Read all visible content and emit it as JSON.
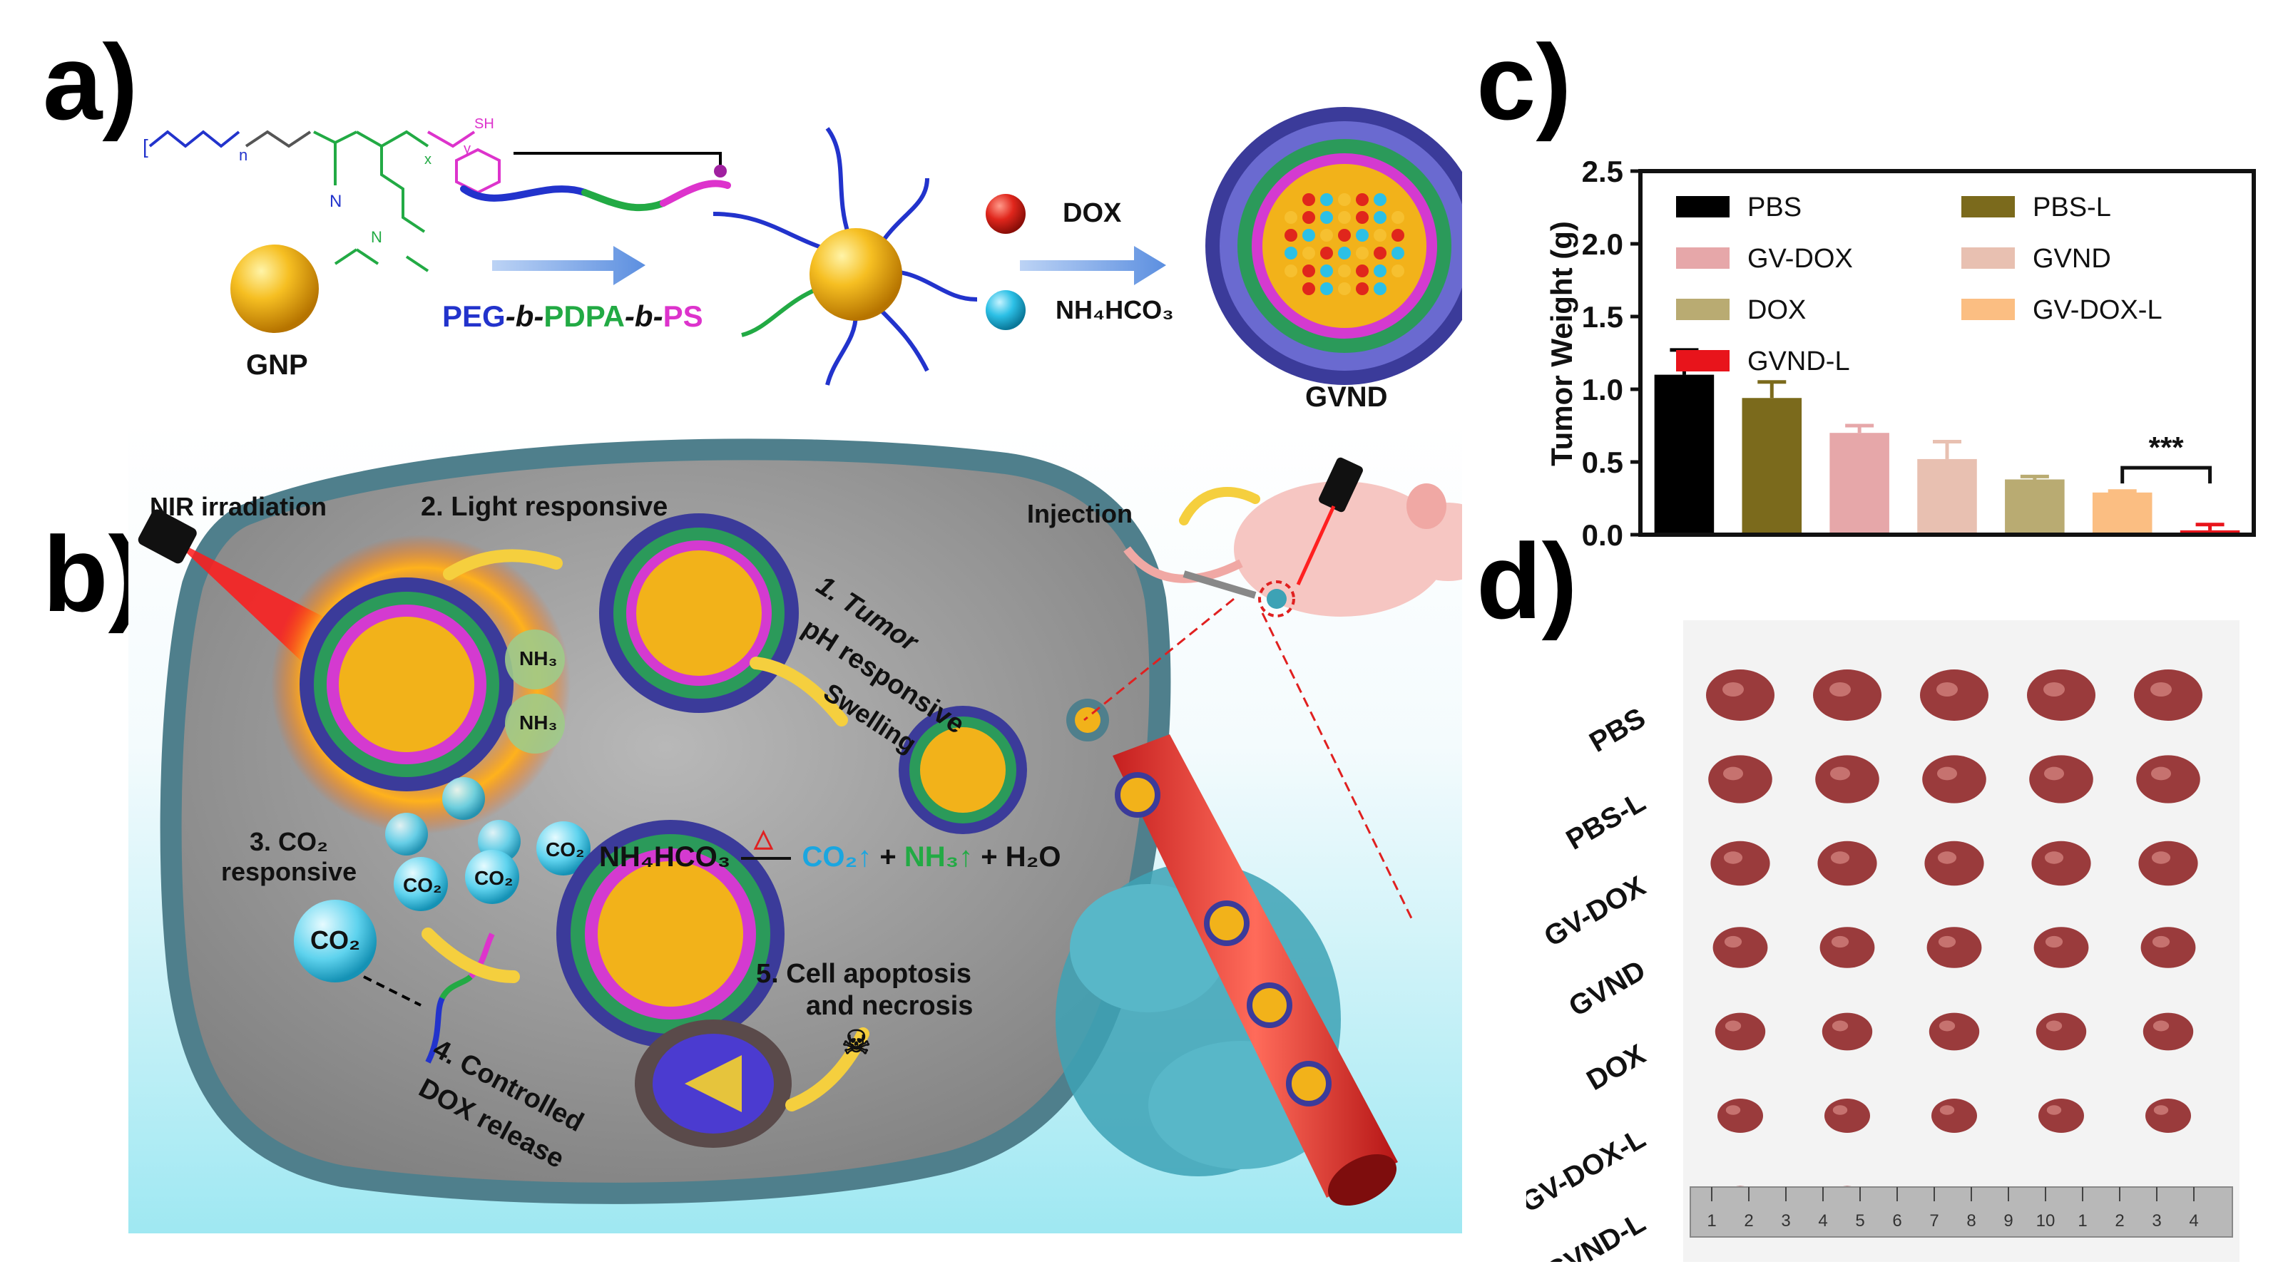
{
  "panel_labels": {
    "a": "a)",
    "b": "b)",
    "c": "c)",
    "d": "d)"
  },
  "scheme_a": {
    "gnp_label": "GNP",
    "polymer_name": {
      "peg": "PEG",
      "sep1": "-b-",
      "pdpa": "PDPA",
      "sep2": "-b-",
      "ps": "PS"
    },
    "dox_label": "DOX",
    "nh4hco3_label": "NH₄HCO₃",
    "gvnd_label": "GVND",
    "colors": {
      "gold": "#f2b21a",
      "peg": "#2233cc",
      "pdpa": "#22aa44",
      "ps": "#dd33cc",
      "dox": "#e0261c",
      "nh4hco3": "#2cc0e6",
      "arrow": "#7aa6e8"
    }
  },
  "scheme_b": {
    "nir_label": "NIR irradiation",
    "step_light": "2. Light responsive",
    "step_tumor_1": "1. Tumor",
    "step_tumor_2": "pH responsive",
    "swelling": "Swelling",
    "nh3_label": "NH₃",
    "co2_label": "CO₂",
    "step_co2_1": "3. CO₂",
    "step_co2_2": "responsive",
    "reaction": {
      "reactant": "NH₄HCO₃",
      "delta": "△",
      "co2": "CO₂↑",
      "plus1": "+",
      "nh3": "NH₃↑",
      "plus2": "+ H₂O"
    },
    "step_release_1": "4. Controlled",
    "step_release_2": "DOX release",
    "step_apoptosis_1": "5. Cell apoptosis",
    "step_apoptosis_2": "and necrosis",
    "injection_label": "Injection",
    "skull_icon": "skull-crossbones-icon",
    "colors": {
      "cell_wall": "#5d8f9c",
      "cytoplasm": "#8e8e8e",
      "flame": "#ff8a1c",
      "laser": "#ff1a1a"
    }
  },
  "chart_data": {
    "type": "bar",
    "ylabel": "Tumor Weight (g)",
    "ylim": [
      0,
      2.5
    ],
    "yticks": [
      "0.0",
      "0.5",
      "1.0",
      "1.5",
      "2.0",
      "2.5"
    ],
    "series": [
      {
        "name": "PBS",
        "value": 1.1,
        "error": 0.17,
        "color": "#000000"
      },
      {
        "name": "PBS-L",
        "value": 0.94,
        "error": 0.11,
        "color": "#7b6a1c"
      },
      {
        "name": "GV-DOX",
        "value": 0.7,
        "error": 0.05,
        "color": "#e6a7a9"
      },
      {
        "name": "GVND",
        "value": 0.52,
        "error": 0.12,
        "color": "#e8c0b1"
      },
      {
        "name": "DOX",
        "value": 0.38,
        "error": 0.02,
        "color": "#b9ab72"
      },
      {
        "name": "GV-DOX-L",
        "value": 0.29,
        "error": 0.01,
        "color": "#fbbe82"
      },
      {
        "name": "GVND-L",
        "value": 0.03,
        "error": 0.04,
        "color": "#e8141b"
      }
    ],
    "legend_order": [
      "PBS",
      "PBS-L",
      "GV-DOX",
      "GVND",
      "DOX",
      "GV-DOX-L",
      "GVND-L"
    ],
    "significance": "***",
    "legend_placement": "top"
  },
  "photo_d": {
    "rows": [
      {
        "label": "PBS",
        "count": 5
      },
      {
        "label": "PBS-L",
        "count": 5
      },
      {
        "label": "GV-DOX",
        "count": 5
      },
      {
        "label": "GVND",
        "count": 5
      },
      {
        "label": "DOX",
        "count": 5
      },
      {
        "label": "GV-DOX-L",
        "count": 5
      },
      {
        "label": "GVND-L",
        "count": 2
      }
    ],
    "ruler_numbers": [
      "1",
      "2",
      "3",
      "4",
      "5",
      "6",
      "7",
      "8",
      "9",
      "10",
      "1",
      "2",
      "3",
      "4"
    ],
    "tumor_color": "#9a3b3c"
  }
}
